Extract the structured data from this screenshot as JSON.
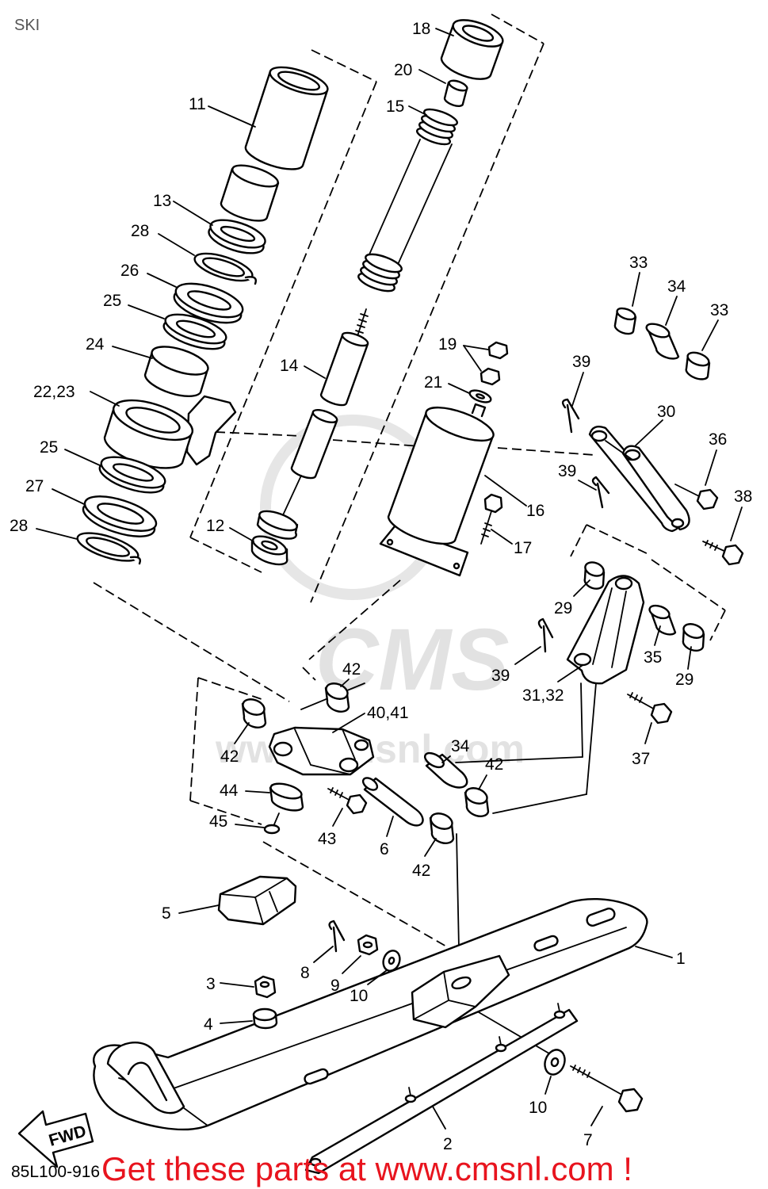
{
  "title": "SKI",
  "callouts": [
    "18",
    "20",
    "15",
    "11",
    "13",
    "28",
    "26",
    "25",
    "24",
    "22,23",
    "25",
    "27",
    "28",
    "14",
    "12",
    "19",
    "21",
    "16",
    "17",
    "33",
    "34",
    "33",
    "39",
    "30",
    "36",
    "39",
    "38",
    "29",
    "35",
    "29",
    "39",
    "31,32",
    "37",
    "42",
    "40,41",
    "42",
    "34",
    "42",
    "44",
    "45",
    "43",
    "6",
    "42",
    "5",
    "1",
    "8",
    "9",
    "10",
    "3",
    "4",
    "10",
    "7",
    "2"
  ],
  "fwd_label": "FWD",
  "drawing_code": "85L100-916",
  "watermark": {
    "logo": "CMS",
    "url": "www.cmsnl.com"
  },
  "footer": "Get these parts at www.cmsnl.com !",
  "colors": {
    "line": "#000000",
    "footer": "#e8141e",
    "watermark": "#e2e2e2"
  }
}
